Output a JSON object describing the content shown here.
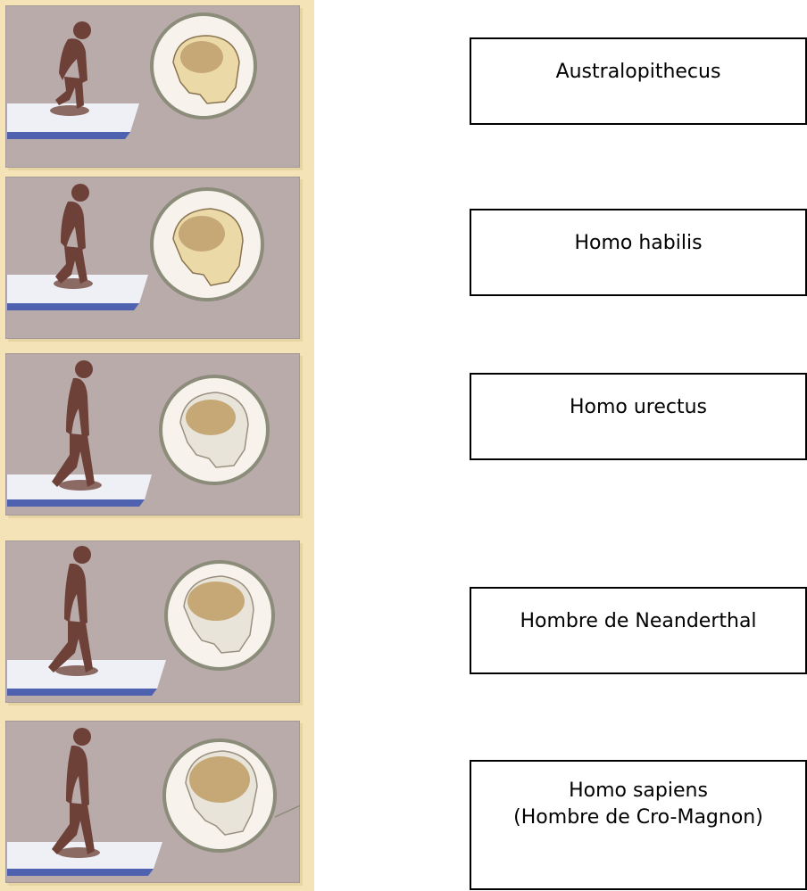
{
  "boxes": [
    {
      "lines": [
        "Australopithecus"
      ]
    },
    {
      "lines": [
        "Homo habilis"
      ]
    },
    {
      "lines": [
        "Homo urectus"
      ]
    },
    {
      "lines": [
        "Hombre de Neanderthal"
      ]
    },
    {
      "lines": [
        "Homo sapiens",
        "(Hombre de Cro-Magnon)"
      ]
    }
  ],
  "colors": {
    "panel_background": "#b9abaa",
    "strip_background": "#f3e3b6",
    "figure_brown": "#6d4038",
    "skull_bone": "#ecd9a8",
    "brain_tan": "#c6a877",
    "platform_blue": "#4e62b0"
  }
}
